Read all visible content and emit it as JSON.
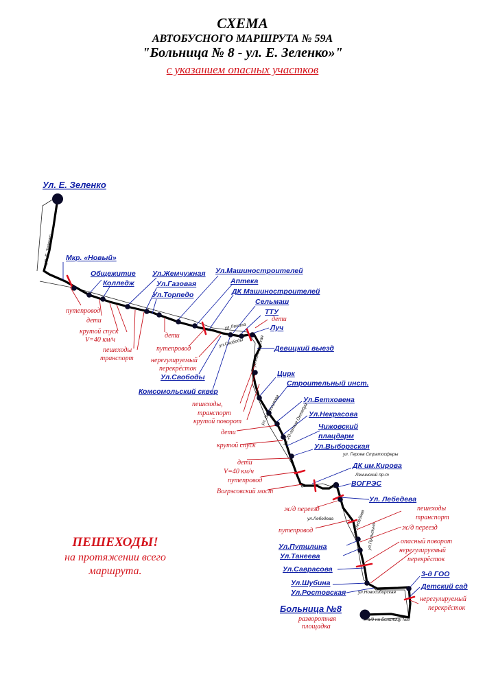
{
  "header": {
    "line1": "СХЕМА",
    "line2": "АВТОБУСНОГО МАРШРУТА № 59А",
    "line3": "\"Больница № 8  -  ул. Е. Зеленко»\"",
    "line4": "с указанием опасных участков"
  },
  "terminals": {
    "start": "Ул. Е. Зеленко",
    "end": "Больница №8",
    "end_note_1": "разворотная",
    "end_note_2": "площадка"
  },
  "stops": [
    "Мкр. «Новый»",
    "Общежитие",
    "Колледж",
    "Ул.Жемчужная",
    "Ул.Газовая",
    "Ул.Торпедо",
    "Ул.Машиностроителей",
    "Аптека",
    "ДК Машиностроителей",
    "Сельмаш",
    "ТТУ",
    "Луч",
    "Девицкий выезд",
    "Ул.Свободы",
    "Комсомольский сквер",
    "Цирк",
    "Строительный инст.",
    "Ул.Бетховена",
    "Ул.Некрасова",
    "Чижовский",
    "плацдарм",
    "Ул.Выборгская",
    "ДК им.Кирова",
    "ВОГРЭС",
    "Ул. Лебедева",
    "Ул.Путилина",
    "Ул.Танеева",
    "Ул.Саврасова",
    "Ул.Шубина",
    "Ул.Ростовская",
    "3-д ГОО",
    "Детский сад"
  ],
  "hazards": [
    "путепровод",
    "дети",
    "крутой спуск",
    "V=40 км/ч",
    "пешеходы",
    "транспорт",
    "дети",
    "путепровод",
    "нерегулируемый",
    "перекрёсток",
    "дети",
    "пешеходы,",
    "транспорт",
    "крутой поворот",
    "дети",
    "крутой спуск",
    "дети",
    "V=40 км/ч",
    "путепровод",
    "Вогрэсовский мост",
    "ж/д переезд",
    "путепровод",
    "пешеходы",
    "транспорт",
    "ж/д переезд",
    "опасный поворот",
    "нерегулируемый",
    "перекрёсток",
    "нерегулируемый",
    "перекрёсток"
  ],
  "streets": [
    "ул. Е. Зеленко",
    "ул. Героев Стратосферы",
    "Ленинский пр-т",
    "ул.Лебедева",
    "ул.Новосибирская",
    "а/д на Больницу №8",
    "ул.Свободы",
    "ул.Ленина",
    "ул.Кольцовская",
    "ул. Ворошилова",
    "ул. 20-летия Октября",
    "ул.Лебедева",
    "ул.Путилина"
  ],
  "note": {
    "line1": "ПЕШЕХОДЫ!",
    "line2": "на протяжении всего",
    "line3": "маршрута."
  },
  "colors": {
    "route": "#000000",
    "stop_text": "#1222a8",
    "hazard_text": "#c8101a",
    "hazard_marker": "#e01020",
    "leader_blue": "#1222a8",
    "leader_red": "#c8101a"
  }
}
